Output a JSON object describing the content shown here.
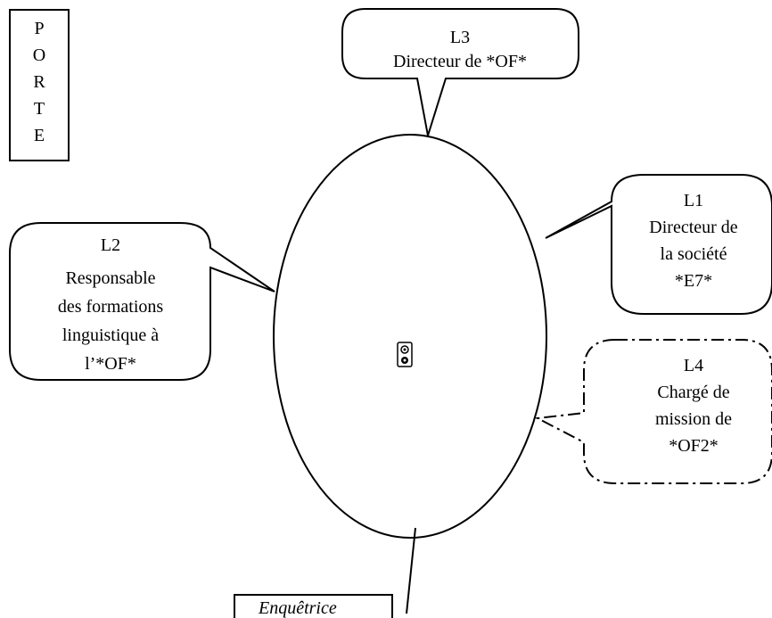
{
  "door": {
    "letters": [
      "P",
      "O",
      "R",
      "T",
      "E"
    ]
  },
  "speakers": {
    "l3": {
      "lines": [
        "L3",
        "Directeur de *OF*"
      ]
    },
    "l1": {
      "lines": [
        "L1",
        "Directeur de",
        "la société",
        "*E7*"
      ]
    },
    "l2": {
      "lines": [
        "L2",
        "Responsable",
        "des formations",
        "linguistique à",
        "l’*OF*"
      ]
    },
    "l4": {
      "lines": [
        "L4",
        "Chargé de",
        "mission de",
        "*OF2*"
      ]
    }
  },
  "interviewer": {
    "label": "Enquêtrice"
  },
  "table_device": {
    "icon": "recorder-icon"
  }
}
